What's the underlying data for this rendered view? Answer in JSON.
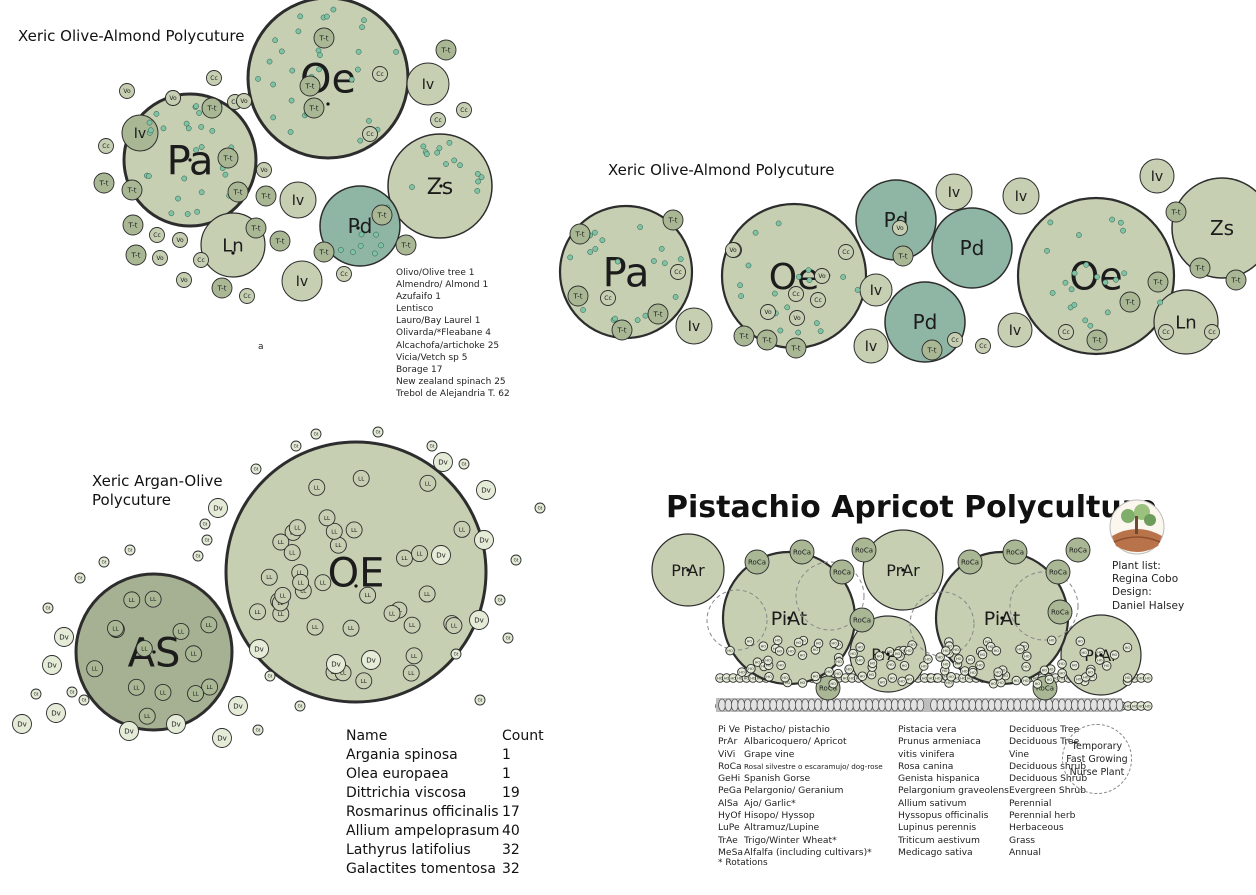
{
  "titles": {
    "plan1": "Xeric Olive-Almond Polycuture",
    "plan2": "Xeric Olive-Almond Polycuture",
    "plan3": "Xeric Argan-Olive Polycuture",
    "plan4": "Pistachio Apricot Polyculture"
  },
  "plan1_list": [
    "Olivo/Olive tree  1",
    "Almendro/ Almond  1",
    "Azufaifo  1",
    " Lentisco",
    "Lauro/Bay Laurel 1",
    "Olivarda/*Fleabane 4",
    "Alcachofa/artichoke 25",
    "Vicia/Vetch sp  5",
    "Borage  17",
    "New zealand spinach 25",
    "Trebol de Alejandria  T.  62"
  ],
  "plan1_mark": "a",
  "count_table": {
    "header": [
      "Name",
      "Count"
    ],
    "rows": [
      [
        "Argania spinosa",
        "1"
      ],
      [
        "Olea europaea",
        "1"
      ],
      [
        "Dittrichia viscosa",
        "19"
      ],
      [
        "Rosmarinus officinalis",
        "17"
      ],
      [
        "Allium ampeloprasum",
        "40"
      ],
      [
        "Lathyrus latifolius",
        "32"
      ],
      [
        "Galactites tomentosa",
        "32"
      ]
    ]
  },
  "legend_rows": [
    [
      "Pi Ve",
      "Pistacho/ pistachio",
      "Pistacia vera",
      "Deciduous   Tree"
    ],
    [
      "PrAr",
      "Albaricoquero/ Apricot",
      "Prunus armeniaca",
      "Deciduous Tree"
    ],
    [
      "ViVi",
      "Grape vine",
      "vitis vinifera",
      "Vine"
    ],
    [
      "RoCa",
      "Rosal silvestre o escaramujo/ dog-rose",
      "Rosa canina",
      "Deciduous shrub"
    ],
    [
      "GeHi",
      "Spanish Gorse",
      "Genista hispanica",
      "Deciduous Shrub"
    ],
    [
      "PeGa",
      "Pelargonio/ Geranium",
      "Pelargonium graveolens",
      "Evergreen Shrub"
    ],
    [
      "AlSa",
      "Ajo/ Garlic*",
      "Allium sativum",
      "Perennial"
    ],
    [
      "HyOf",
      "Hisopo/ Hyssop",
      "Hyssopus officinalis",
      "Perennial herb"
    ],
    [
      "LuPe",
      "Altramuz/Lupine",
      "Lupinus perennis",
      "Herbaceous"
    ],
    [
      "TrAe",
      "Trigo/Winter Wheat*",
      "Triticum aestivum",
      "Grass"
    ],
    [
      "MeSa",
      "Alfalfa (including cultivars)*",
      "Medicago sativa",
      "Annual"
    ]
  ],
  "footnote": "* Rotations",
  "credits": [
    "Plant list:",
    "Regina Cobo",
    "Design:",
    "Daniel Halsey"
  ],
  "nurse_label": "Temporary Fast Growing Nurse Plant",
  "circle_labels": {
    "olive": "Oe",
    "almond": "Pa",
    "jujube": "Zs",
    "pd": "Pd",
    "ln": "Ln",
    "iv": "Iv",
    "tt": "T-t",
    "cc": "Cc",
    "vo": "Vo",
    "argan": "AS",
    "olive3": "OE",
    "dv": "Dv",
    "ll": "LL",
    "gt": "Gt",
    "ro": "RO",
    "pistachio": "PiAt",
    "apricot": "PrAr",
    "roca": "RoCa",
    "tiny": "HO"
  },
  "colors": {
    "big": "#c6cfb2",
    "medium": "#a9b794",
    "dark": "#8da37a",
    "teal": "#8fb5a4",
    "tealDot": "#7fc2a4",
    "argan": "#a6b092",
    "pale": "#e4ebd7",
    "stroke": "#2d2d2d"
  }
}
